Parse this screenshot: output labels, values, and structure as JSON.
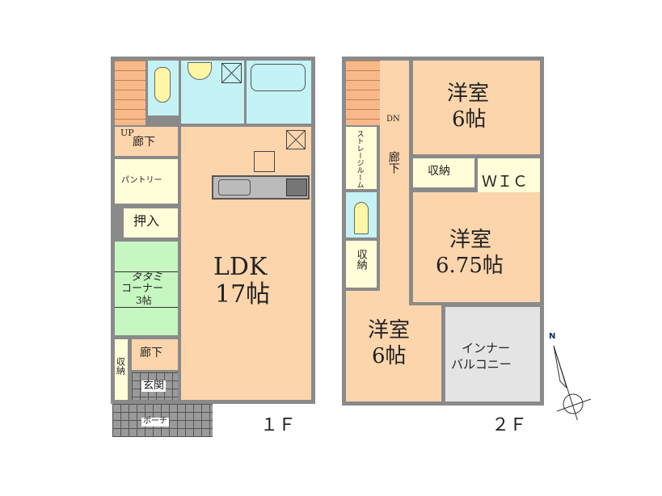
{
  "floor1": {
    "label": "１Ｆ",
    "rooms": {
      "up": "UP",
      "hall_top": "廊下",
      "pantry": "パントリー",
      "closet": "押入",
      "tatami_line1": "タタミ",
      "tatami_line2": "コーナー",
      "tatami_line3": "3帖",
      "ldk_line1": "LDK",
      "ldk_line2": "17帖",
      "storage": "収納",
      "hall_bottom": "廊下",
      "entrance": "玄関",
      "porch": "ポーチ"
    }
  },
  "floor2": {
    "label": "２Ｆ",
    "rooms": {
      "dn": "DN",
      "storage_room": "ストレージルーム",
      "hall": "廊下",
      "bed1_line1": "洋室",
      "bed1_line2": "6帖",
      "closet_top": "収納",
      "wic": "ＷＩＣ",
      "bed2_line1": "洋室",
      "bed2_line2": "6.75帖",
      "closet_left": "収納",
      "bed3_line1": "洋室",
      "bed3_line2": "6帖",
      "balcony_line1": "インナー",
      "balcony_line2": "バルコニー"
    }
  },
  "compass": {
    "north": "N"
  },
  "colors": {
    "room": "#fcd5ac",
    "wet": "#c4f2f5",
    "storage": "#fffed8",
    "tatami": "#c6f7c0",
    "balcony": "#e4e4e4",
    "stairs": "#f7b98a",
    "wall": "#8a8a8a"
  }
}
